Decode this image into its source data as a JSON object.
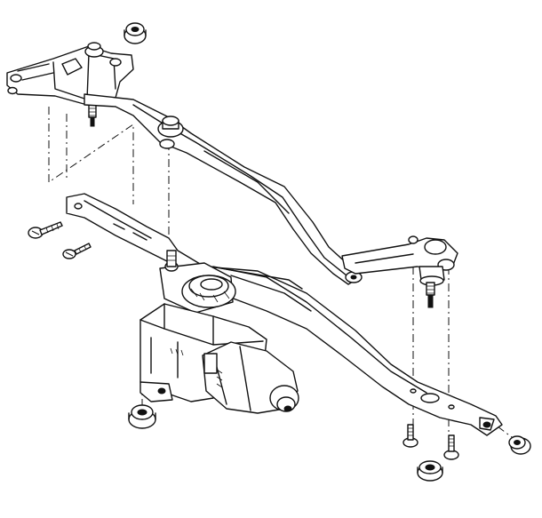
{
  "figure": {
    "background": "#ffffff",
    "ink": "#111111"
  },
  "parts": [
    {
      "name": "grommet-top",
      "icon": "rubber-grommet-icon"
    },
    {
      "name": "left-wiper-pivot",
      "icon": "pivot-housing-icon"
    },
    {
      "name": "long-linkage-rod",
      "icon": "linkage-rod-icon"
    },
    {
      "name": "right-wiper-pivot",
      "icon": "pivot-housing-icon"
    },
    {
      "name": "mounting-bracket",
      "icon": "bracket-bar-icon"
    },
    {
      "name": "wiper-motor",
      "icon": "electric-motor-icon"
    },
    {
      "name": "crank-arm",
      "icon": "crank-icon"
    },
    {
      "name": "mounting-screws",
      "icon": "screw-icon"
    },
    {
      "name": "grommet-left",
      "icon": "rubber-grommet-icon"
    },
    {
      "name": "grommet-right",
      "icon": "rubber-grommet-icon"
    },
    {
      "name": "grommet-bottom",
      "icon": "rubber-grommet-icon"
    }
  ]
}
